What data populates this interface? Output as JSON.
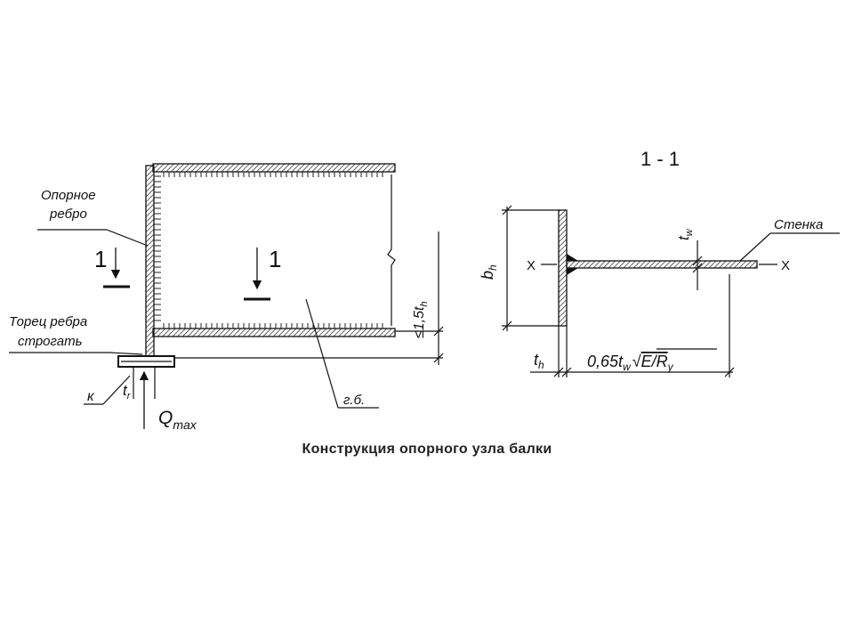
{
  "caption": "Конструкция опорного узла балки",
  "left_view": {
    "label_support_rib_line1": "Опорное",
    "label_support_rib_line2": "ребро",
    "label_rib_end_line1": "Торец ребра",
    "label_rib_end_line2": "строгать",
    "label_k": "к",
    "label_tr": "t",
    "label_tr_sub": "r",
    "label_q": "Q",
    "label_q_sub": "max",
    "section_mark_left": "1",
    "section_mark_right": "1",
    "dim_height": "≤1,5t",
    "dim_height_sub": "h",
    "label_gb": "г.б."
  },
  "section_view": {
    "title": "1 - 1",
    "label_web": "Стенка",
    "label_bh": "b",
    "label_bh_sub": "h",
    "label_th": "t",
    "label_th_sub": "h",
    "label_tw": "t",
    "label_tw_sub": "w",
    "axis_x_left": "X",
    "axis_x_right": "X",
    "dim_formula_prefix": "0,65t",
    "dim_formula_sub": "w",
    "dim_formula_root": "E/R",
    "dim_formula_root_sub": "y"
  }
}
